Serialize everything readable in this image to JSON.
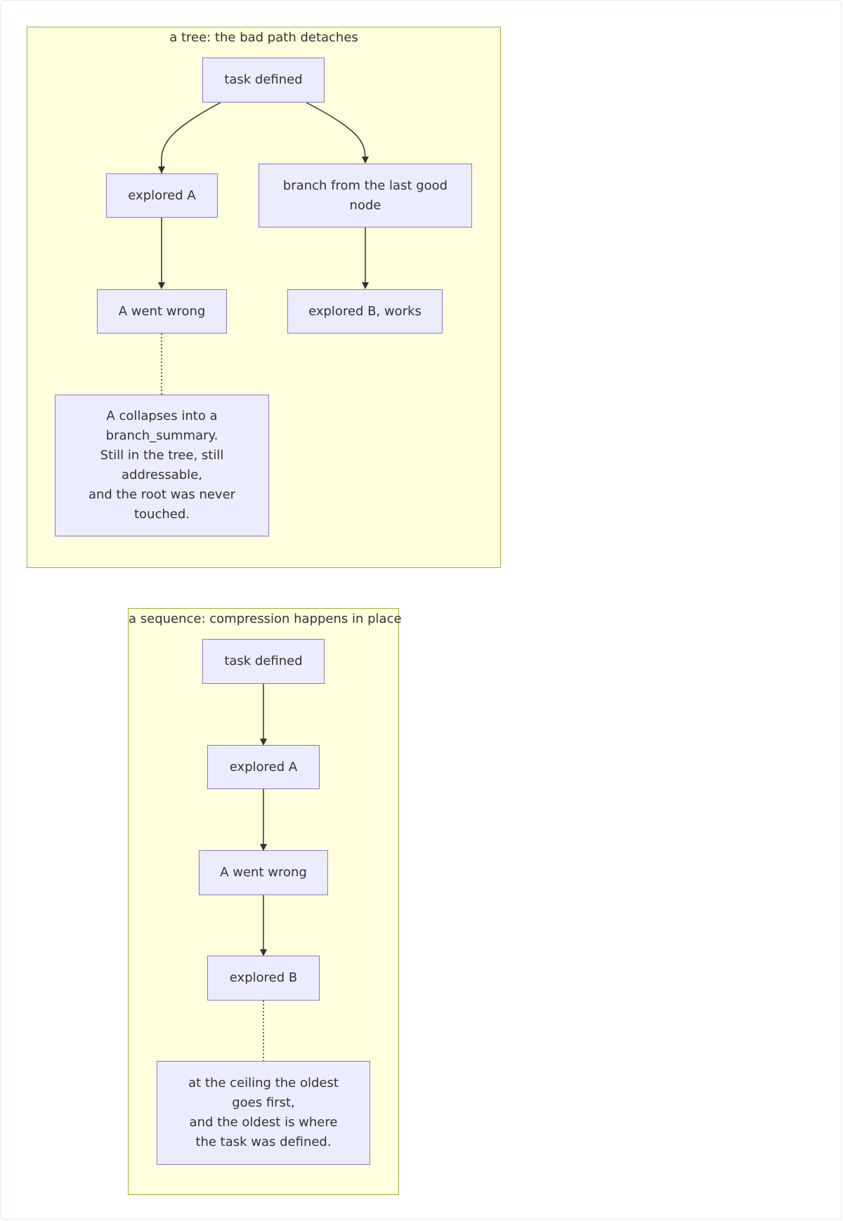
{
  "diagram": {
    "tree": {
      "title": "a tree: the bad path detaches",
      "nodes": {
        "root": "task defined",
        "explored_a": "explored A",
        "branch": "branch from the last good\nnode",
        "a_wrong": "A went wrong",
        "explored_b": "explored B, works",
        "summary": "A collapses into a\nbranch_summary.\nStill in the tree, still\naddressable,\nand the root was never\ntouched."
      }
    },
    "sequence": {
      "title": "a sequence: compression happens in place",
      "nodes": {
        "root": "task defined",
        "explored_a": "explored A",
        "a_wrong": "A went wrong",
        "explored_b": "explored B",
        "note": "at the ceiling the oldest\ngoes first,\nand the oldest is where\nthe task was defined."
      }
    },
    "colors": {
      "cluster_fill": "#ffffde",
      "cluster_border": "#aaaa33",
      "node_fill": "#ececff",
      "node_border": "#9370db",
      "edge": "#333333"
    }
  }
}
